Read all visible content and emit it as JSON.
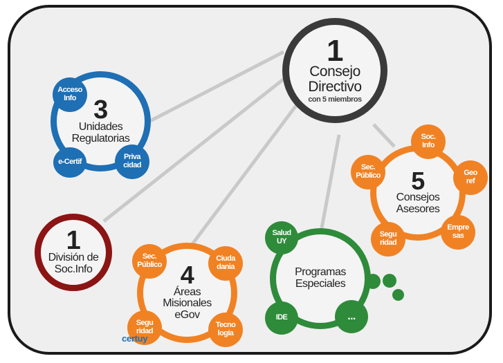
{
  "consejo": {
    "number": "1",
    "line1": "Consejo",
    "line2": "Directivo",
    "sub": "con 5 miembros"
  },
  "unidades": {
    "number": "3",
    "line1": "Unidades",
    "line2": "Regulatorias",
    "sats": [
      "Acceso Info",
      "e-Certif",
      "Priva cidad"
    ]
  },
  "division": {
    "number": "1",
    "line1": "División de",
    "line2": "Soc.Info"
  },
  "areas": {
    "number": "4",
    "line1": "Áreas",
    "line2": "Misionales",
    "line3": "eGov",
    "sats": [
      "Sec. Público",
      "Ciuda dania",
      "Segu ridad",
      "Tecno logía"
    ]
  },
  "programas": {
    "line1": "Programas",
    "line2": "Especiales",
    "sats": [
      "Salud UY",
      "IDE",
      "..."
    ]
  },
  "consejos": {
    "number": "5",
    "line1": "Consejos",
    "line2": "Asesores",
    "sats": [
      "Soc. Info",
      "Sec. Público",
      "Geo ref",
      "Segu ridad",
      "Empre sas"
    ]
  },
  "certuy": "certuy",
  "colors": {
    "blue": "#1e6fb4",
    "orange": "#f08224",
    "green": "#2e8b3a",
    "darkred": "#8b1414",
    "dark": "#3a3a3a"
  }
}
